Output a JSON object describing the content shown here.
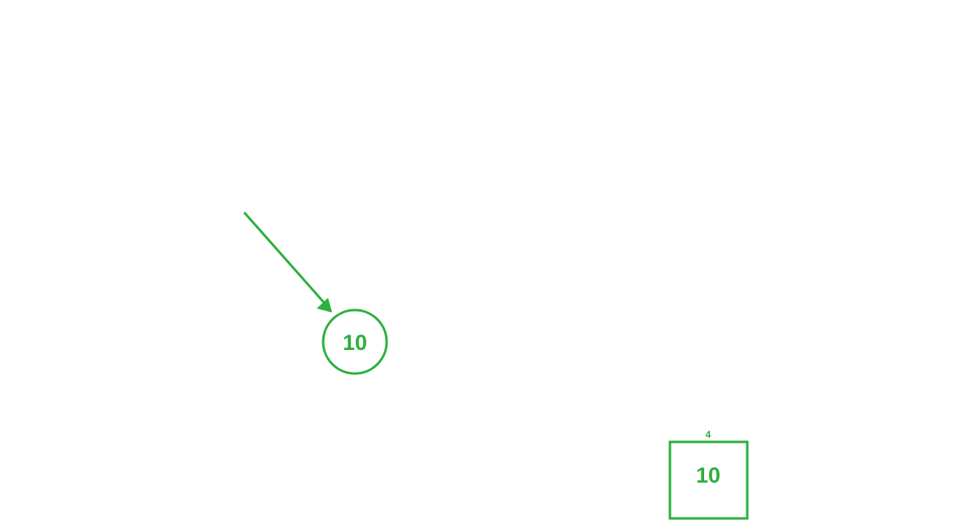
{
  "diagram": {
    "accent_color": "#2eb03e",
    "tree_node": {
      "value": "10",
      "shape": "circle"
    },
    "array_cell": {
      "value": "10",
      "index": "4",
      "shape": "square"
    },
    "pointer": {
      "icon": "arrow-icon",
      "target": "tree_node"
    }
  }
}
